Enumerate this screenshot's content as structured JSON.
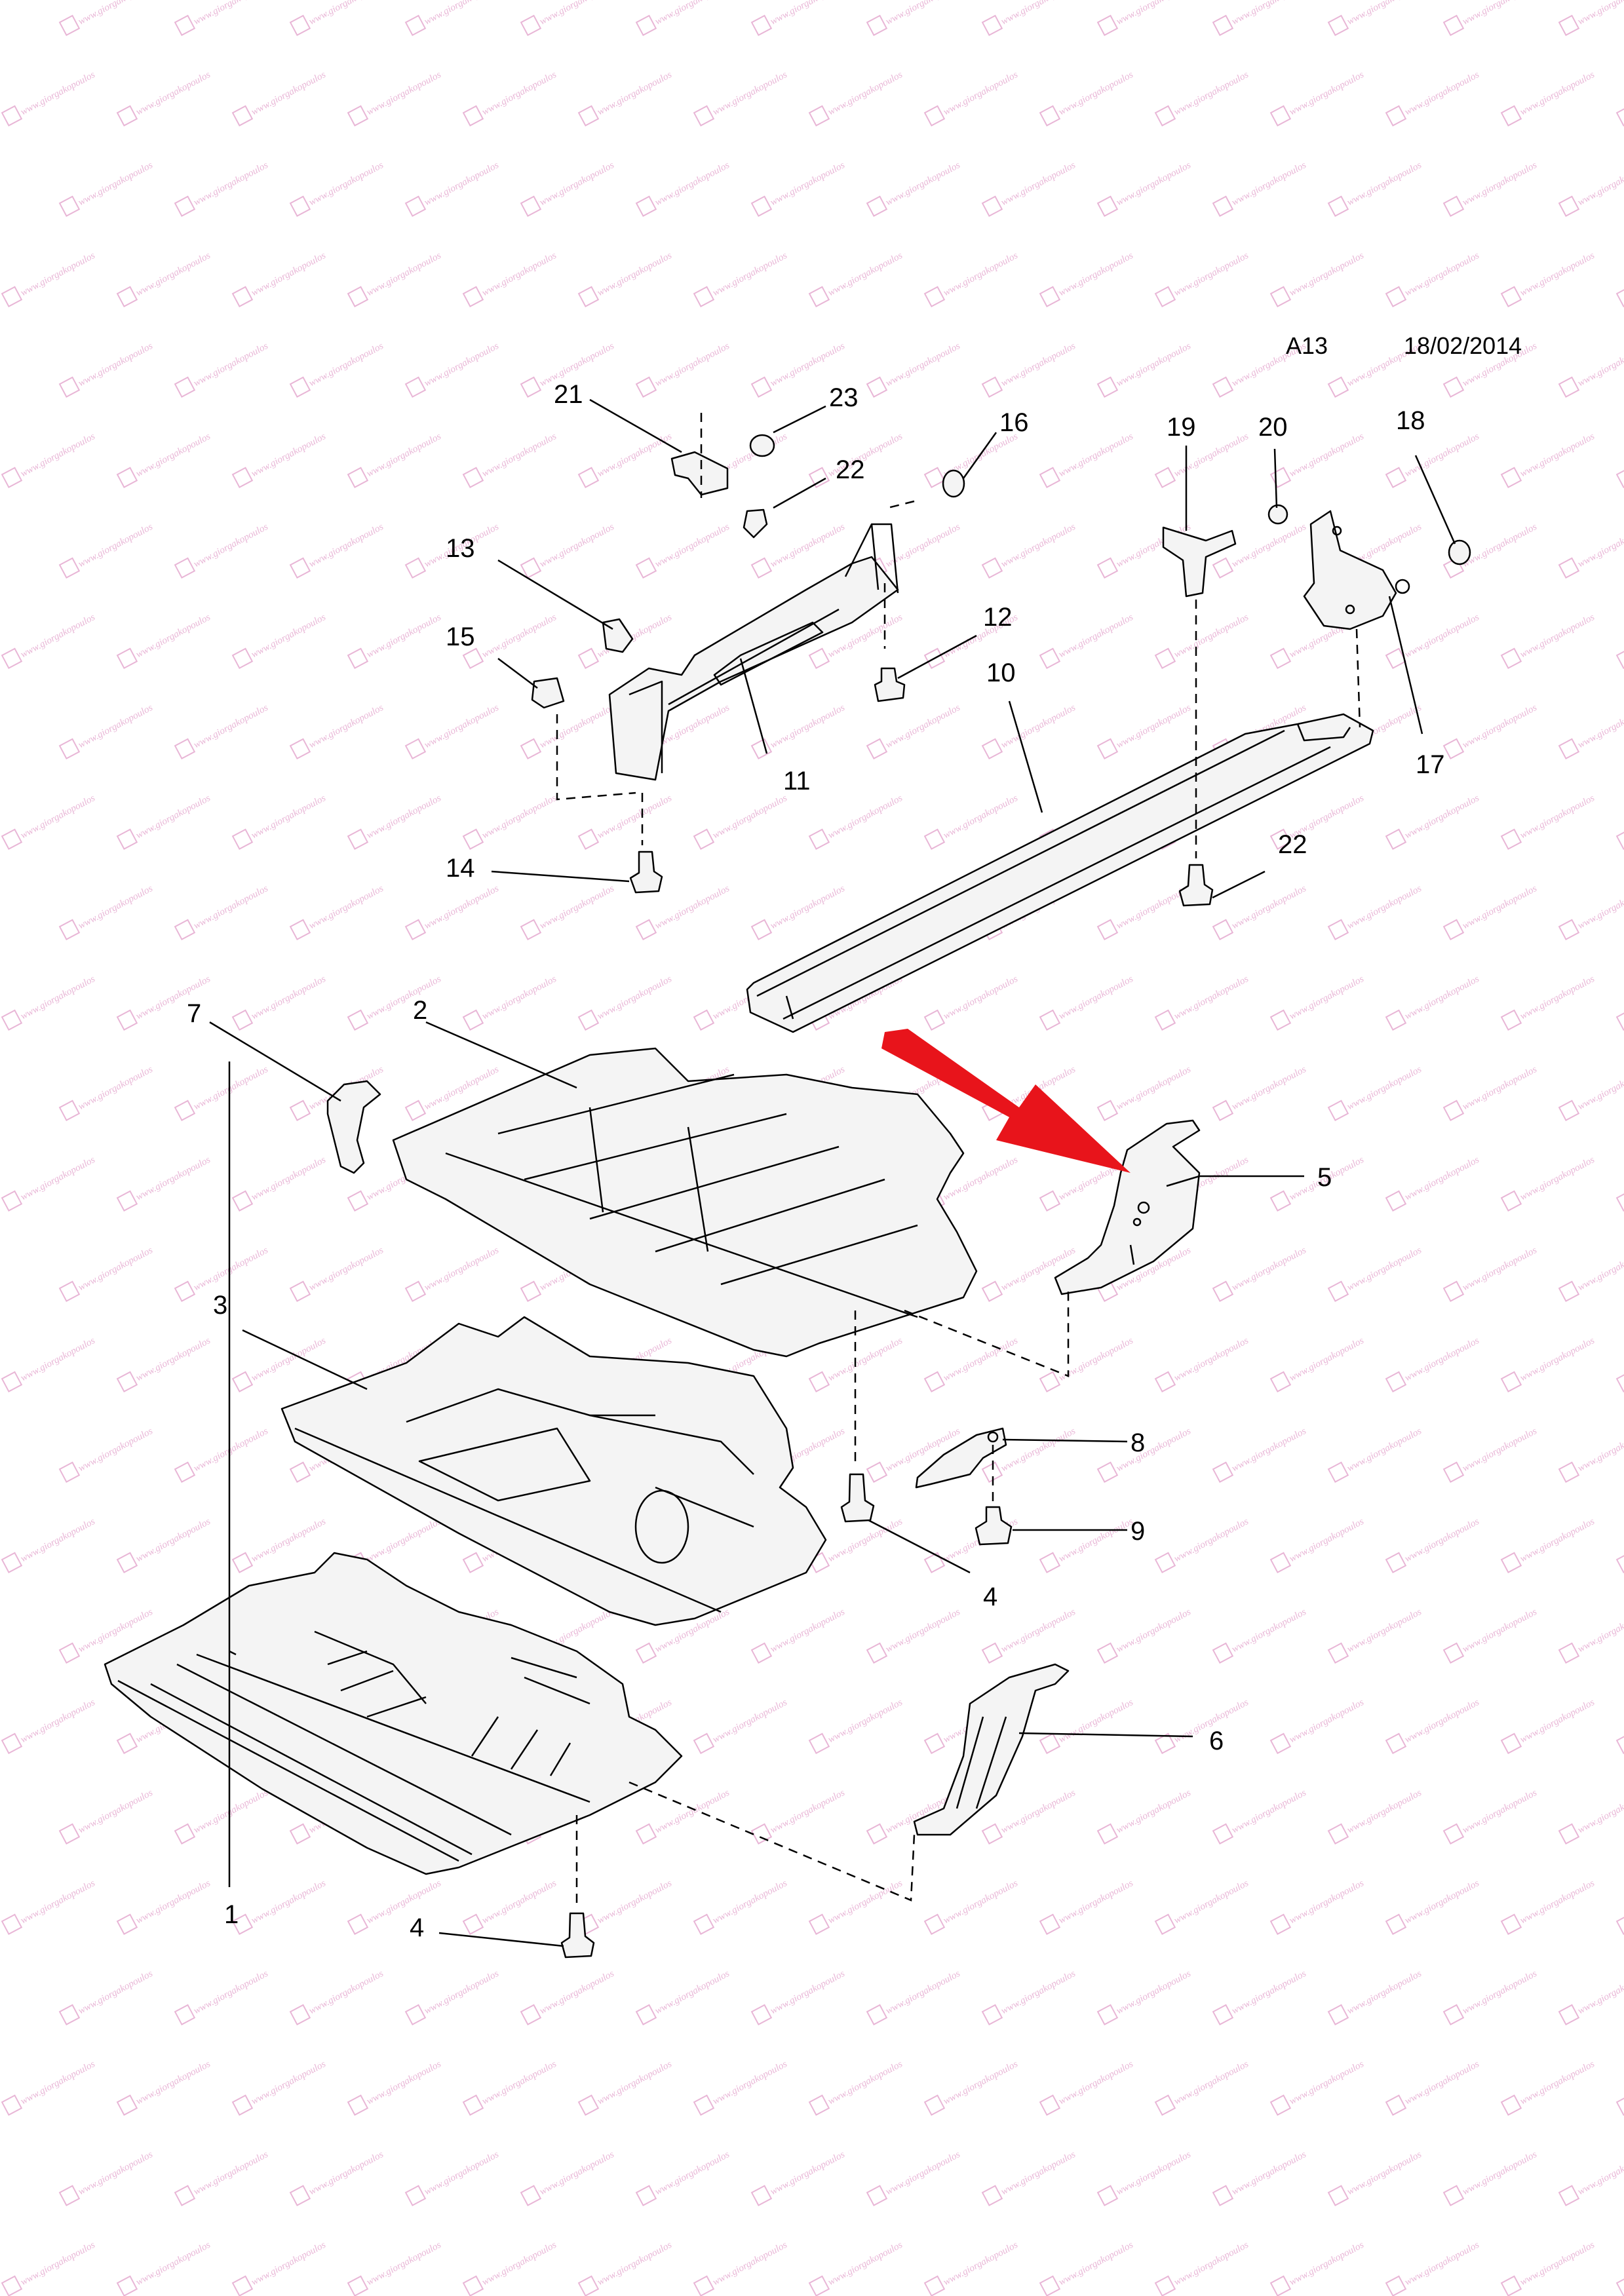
{
  "header": {
    "code": "A13",
    "date": "18/02/2014"
  },
  "callouts": {
    "c1": "1",
    "c2": "2",
    "c3": "3",
    "c4a": "4",
    "c4b": "4",
    "c5": "5",
    "c6": "6",
    "c7": "7",
    "c8": "8",
    "c9": "9",
    "c10": "10",
    "c11": "11",
    "c12": "12",
    "c13": "13",
    "c14": "14",
    "c15": "15",
    "c16": "16",
    "c17": "17",
    "c18": "18",
    "c19": "19",
    "c20": "20",
    "c21": "21",
    "c22a": "22",
    "c22b": "22",
    "c23": "23"
  },
  "highlight": {
    "color": "#e8141b",
    "target": "5"
  },
  "watermark": {
    "text": "www.giorgakopoulos",
    "color": "#d77bb6"
  }
}
